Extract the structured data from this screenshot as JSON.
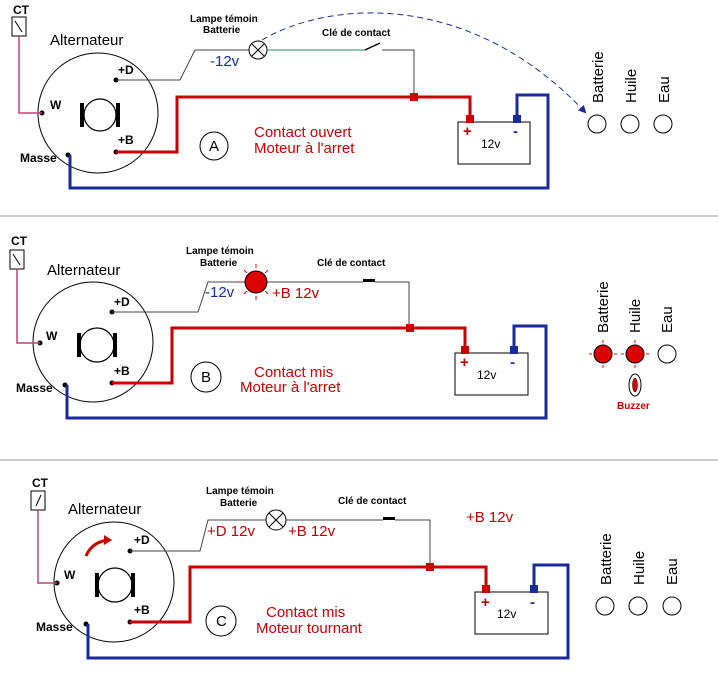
{
  "panels": [
    {
      "ct": "CT",
      "alternateur": "Alternateur",
      "w": "W",
      "d": "+D",
      "b": "+B",
      "masse": "Masse",
      "lampe_line1": "Lampe témoin",
      "lampe_line2": "Batterie",
      "cle": "Clé de contact",
      "battery": "12v",
      "badge": "A",
      "status1": "Contact ouvert",
      "status2": "Moteur à l'arret",
      "left_voltage": "-12v",
      "lamp_on": false,
      "indicators": [
        {
          "label": "Batterie",
          "on": false
        },
        {
          "label": "Huile",
          "on": false
        },
        {
          "label": "Eau",
          "on": false
        }
      ]
    },
    {
      "ct": "CT",
      "alternateur": "Alternateur",
      "w": "W",
      "d": "+D",
      "b": "+B",
      "masse": "Masse",
      "lampe_line1": "Lampe témoin",
      "lampe_line2": "Batterie",
      "cle": "Clé de contact",
      "battery": "12v",
      "badge": "B",
      "status1": "Contact mis",
      "status2": "Moteur à l'arret",
      "left_voltage": "-12v",
      "right_voltage": "+B 12v",
      "lamp_on": true,
      "buzzer": "Buzzer",
      "indicators": [
        {
          "label": "Batterie",
          "on": true
        },
        {
          "label": "Huile",
          "on": true
        },
        {
          "label": "Eau",
          "on": false
        }
      ]
    },
    {
      "ct": "CT",
      "alternateur": "Alternateur",
      "w": "W",
      "d": "+D",
      "b": "+B",
      "masse": "Masse",
      "lampe_line1": "Lampe témoin",
      "lampe_line2": "Batterie",
      "cle": "Clé de contact",
      "battery": "12v",
      "badge": "C",
      "status1": "Contact mis",
      "status2": "Moteur tournant",
      "left_voltage": "+D 12v",
      "right_voltage": "+B 12v",
      "extra_voltage": "+B 12v",
      "lamp_on": false,
      "indicators": [
        {
          "label": "Batterie",
          "on": false
        },
        {
          "label": "Huile",
          "on": false
        },
        {
          "label": "Eau",
          "on": false
        }
      ]
    }
  ],
  "colors": {
    "red_wire": "#cc0000",
    "blue_wire": "#1a2a9a",
    "dark_wire": "#444444",
    "green_wire": "#2a8a6a",
    "lamp_on": "#dd0000",
    "divider": "#999999"
  }
}
